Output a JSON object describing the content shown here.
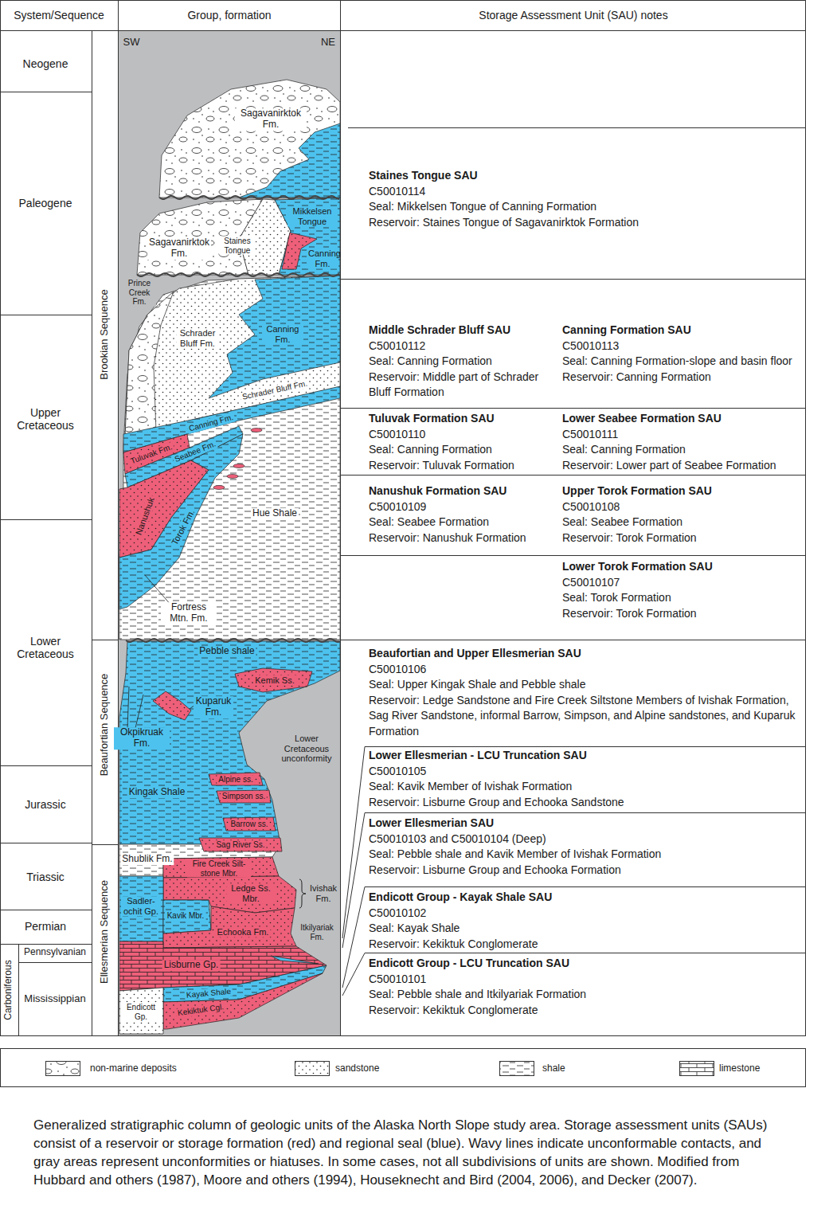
{
  "diagram": {
    "caption": "Generalized stratigraphic column of geologic units of the Alaska North Slope study area. Storage assessment units (SAUs) consist of a reservoir or storage formation (red) and regional seal (blue). Wavy lines indicate unconformable contacts, and gray areas represent unconformities or hiatuses. In some cases, not all subdivisions of units are shown. Modified from Hubbard and others (1987), Moore and others (1994), Houseknecht and Bird (2004, 2006), and Decker (2007).",
    "nodes": [
      {
        "text": [
          "Staines Tongue SAU",
          "C50010114",
          "Seal: Mikkelsen Tongue of Canning Formation",
          "Reservoir: Staines Tongue of Sagavanirktok Formation"
        ]
      },
      {
        "text": [
          "Middle Schrader Bluff SAU",
          "C50010112",
          "Seal: Canning Formation",
          "Reservoir: Middle part of Schrader Bluff Formation"
        ]
      },
      {
        "text": [
          "Canning Formation SAU",
          "C50010113",
          "Seal: Canning Formation-slope and basin floor",
          "Reservoir: Canning Formation"
        ]
      },
      {
        "text": [
          "Tuluvak Formation SAU",
          "C50010110",
          "Seal: Canning Formation",
          "Reservoir: Tuluvak Formation"
        ]
      },
      {
        "text": [
          "Lower Seabee Formation SAU",
          "C50010111",
          "Seal: Canning Formation",
          "Reservoir: Lower part of Seabee Formation"
        ]
      },
      {
        "text": [
          "Nanushuk Formation SAU",
          "C50010109",
          "Seal: Seabee Formation",
          "Reservoir: Nanushuk Formation"
        ]
      },
      {
        "text": [
          "Upper Torok Formation SAU",
          "C50010108",
          "Seal: Seabee Formation",
          "Reservoir: Torok Formation"
        ]
      },
      {
        "text": [
          "Lower Torok Formation SAU",
          "C50010107",
          "Seal: Torok Formation",
          "Reservoir: Torok Formation"
        ]
      },
      {
        "text": [
          "Beaufortian and Upper Ellesmerian SAU",
          "C50010106",
          "Seal: Upper Kingak Shale and Pebble shale",
          "Reservoir: Ledge Sandstone and Fire Creek Siltstone Members of Ivishak Formation, Sag River Sandstone, informal Barrow, Simpson, and Alpine sandstones, and Kuparuk Formation"
        ]
      },
      {
        "text": [
          "Lower Ellesmerian - LCU Truncation SAU",
          "C50010105",
          "Seal: Kavik Member of Ivishak Formation",
          "Reservoir: Lisburne Group and Echooka Sandstone"
        ]
      },
      {
        "text": [
          "Lower Ellesmerian SAU",
          "C50010103 and C50010104 (Deep)",
          "Seal: Pebble shale and Kavik Member of Ivishak Formation",
          "Reservoir: Lisburne Group and Echooka Formation"
        ]
      },
      {
        "text": [
          "Endicott Group - Kayak Shale SAU",
          "C50010102",
          "Seal: Kayak Shale",
          "Reservoir: Kekiktuk Conglomerate"
        ]
      },
      {
        "text": [
          "Endicott Group - LCU Truncation SAU",
          "C50010101",
          "Seal: Pebble shale and Itkilyariak Formation",
          "Reservoir: Kekiktuk Conglomerate"
        ]
      }
    ],
    "labels": [
      "System/Sequence",
      "Group, formation",
      "Storage Assessment Unit (SAU) notes",
      "Neogene",
      "Paleogene",
      "Upper Cretaceous",
      "Lower Cretaceous",
      "Jurassic",
      "Triassic",
      "Permian",
      "Pennsylvanian",
      "Mississippian",
      "Carboniferous",
      "Brookian Sequence",
      "Beaufortian Sequence",
      "Ellesmerian Sequence",
      "SW",
      "NE",
      "Sagavanirktok Fm.",
      "Mikkelsen Tongue",
      "Sagavanirktok Fm.",
      "Staines Tongue",
      "Canning Fm.",
      "Prince Creek Fm.",
      "Schrader Bluff Fm.",
      "Canning Fm.",
      "Schrader Bluff Fm.",
      "Canning Fm.",
      "Tuluvak Fm.",
      "Seabee Fm.",
      "Nanushuk",
      "Torok Fm.",
      "Hue Shale",
      "Fortress Mtn. Fm.",
      "Pebble shale",
      "Kemik Ss.",
      "Kuparuk Fm.",
      "Okpikruak Fm.",
      "Lower Cretaceous unconformity",
      "Kingak Shale",
      "Alpine ss.",
      "Simpson ss.",
      "Barrow ss.",
      "Sag River Ss.",
      "Shublik Fm.",
      "Fire Creek Silt- stone Mbr.",
      "Ledge Ss. Mbr.",
      "Ivishak Fm.",
      "Sadler- ochit Gp.",
      "Kavik Mbr.",
      "Echooka Fm.",
      "Itkilyariak Fm.",
      "Lisburne Gp.",
      "Kayak Shale",
      "Endicott Gp.",
      "Kekiktuk Cgl."
    ],
    "legend": [
      {
        "text": "non-marine deposits"
      },
      {
        "text": "sandstone"
      },
      {
        "text": "shale"
      },
      {
        "text": "limestone"
      }
    ]
  }
}
